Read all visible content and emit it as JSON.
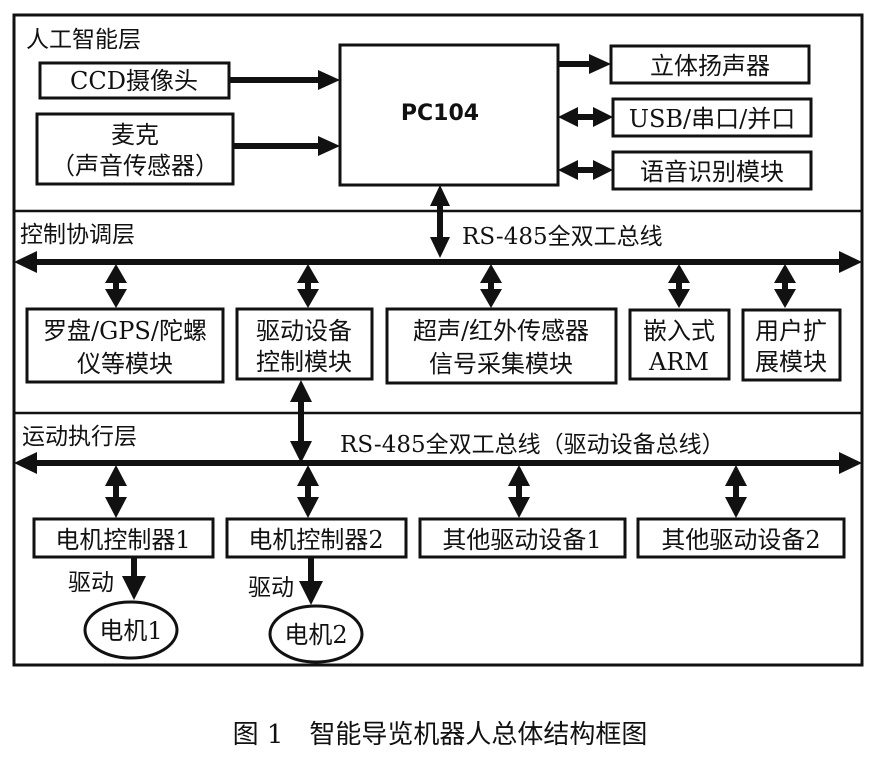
{
  "layers": {
    "ai": {
      "label": "人工智能层"
    },
    "control": {
      "label": "控制协调层"
    },
    "motion": {
      "label": "运动执行层"
    }
  },
  "ai_layer": {
    "inputs": [
      {
        "lines": [
          "CCD摄像头"
        ]
      },
      {
        "lines": [
          "麦克",
          "（声音传感器）"
        ]
      }
    ],
    "core": "PC104",
    "outputs": [
      {
        "lines": [
          "立体扬声器"
        ]
      },
      {
        "lines": [
          "USB/串口/并口"
        ]
      },
      {
        "lines": [
          "语音识别模块"
        ]
      }
    ]
  },
  "control_layer": {
    "bus_label": "RS-485全双工总线",
    "modules": [
      {
        "lines": [
          "罗盘/GPS/陀螺",
          "仪等模块"
        ]
      },
      {
        "lines": [
          "驱动设备",
          "控制模块"
        ]
      },
      {
        "lines": [
          "超声/红外传感器",
          "信号采集模块"
        ]
      },
      {
        "lines": [
          "嵌入式",
          "ARM"
        ]
      },
      {
        "lines": [
          "用户扩",
          "展模块"
        ]
      }
    ]
  },
  "motion_layer": {
    "bus_label": "RS-485全双工总线（驱动设备总线）",
    "devices": [
      {
        "lines": [
          "电机控制器1"
        ]
      },
      {
        "lines": [
          "电机控制器2"
        ]
      },
      {
        "lines": [
          "其他驱动设备1"
        ]
      },
      {
        "lines": [
          "其他驱动设备2"
        ]
      }
    ],
    "drive_label": "驱动",
    "motors": [
      {
        "label": "电机1"
      },
      {
        "label": "电机2"
      }
    ]
  },
  "caption": "图 1　智能导览机器人总体结构框图"
}
